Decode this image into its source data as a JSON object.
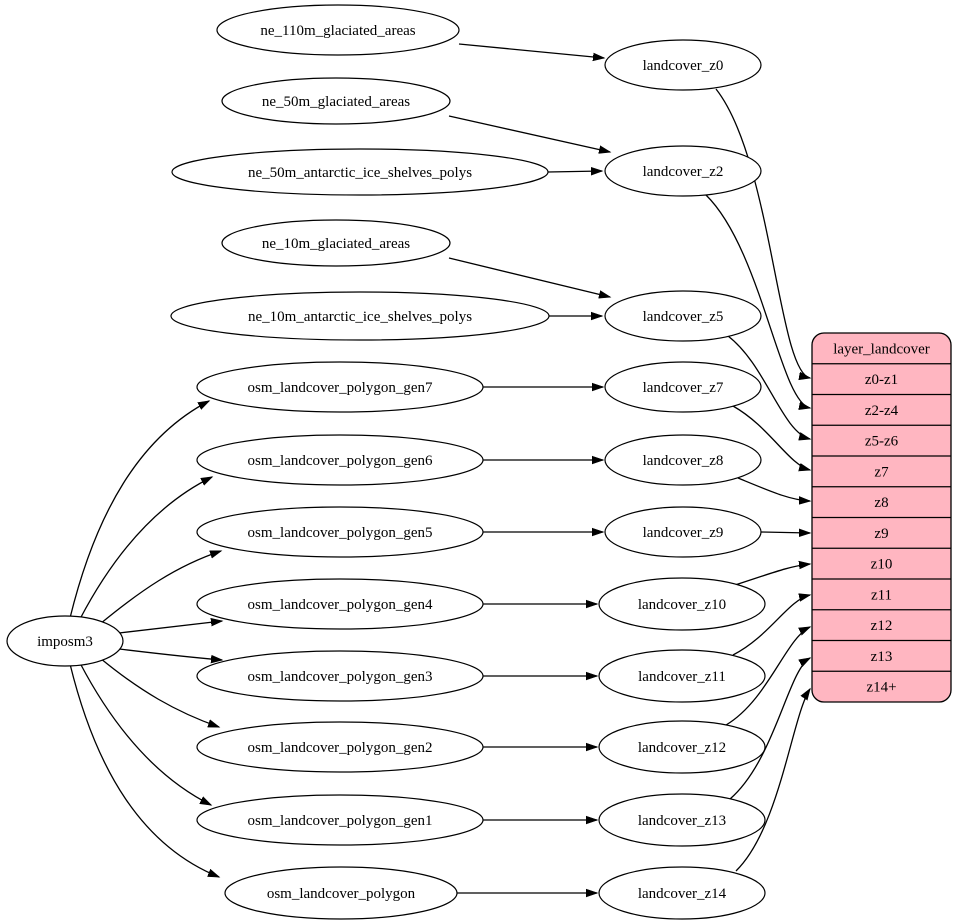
{
  "diagram": {
    "type": "dependency-graph",
    "background_color": "#ffffff",
    "node_fill_color": "#ffffff",
    "node_stroke_color": "#000000",
    "edge_color": "#000000",
    "table_fill_color": "#ffb6c1",
    "nodes": [
      {
        "id": "imposm3",
        "label": "imposm3"
      },
      {
        "id": "ne_110m_glaciated_areas",
        "label": "ne_110m_glaciated_areas"
      },
      {
        "id": "ne_50m_glaciated_areas",
        "label": "ne_50m_glaciated_areas"
      },
      {
        "id": "ne_50m_antarctic_ice_shelves_polys",
        "label": "ne_50m_antarctic_ice_shelves_polys"
      },
      {
        "id": "ne_10m_glaciated_areas",
        "label": "ne_10m_glaciated_areas"
      },
      {
        "id": "ne_10m_antarctic_ice_shelves_polys",
        "label": "ne_10m_antarctic_ice_shelves_polys"
      },
      {
        "id": "osm_landcover_polygon_gen7",
        "label": "osm_landcover_polygon_gen7"
      },
      {
        "id": "osm_landcover_polygon_gen6",
        "label": "osm_landcover_polygon_gen6"
      },
      {
        "id": "osm_landcover_polygon_gen5",
        "label": "osm_landcover_polygon_gen5"
      },
      {
        "id": "osm_landcover_polygon_gen4",
        "label": "osm_landcover_polygon_gen4"
      },
      {
        "id": "osm_landcover_polygon_gen3",
        "label": "osm_landcover_polygon_gen3"
      },
      {
        "id": "osm_landcover_polygon_gen2",
        "label": "osm_landcover_polygon_gen2"
      },
      {
        "id": "osm_landcover_polygon_gen1",
        "label": "osm_landcover_polygon_gen1"
      },
      {
        "id": "osm_landcover_polygon",
        "label": "osm_landcover_polygon"
      },
      {
        "id": "landcover_z0",
        "label": "landcover_z0"
      },
      {
        "id": "landcover_z2",
        "label": "landcover_z2"
      },
      {
        "id": "landcover_z5",
        "label": "landcover_z5"
      },
      {
        "id": "landcover_z7",
        "label": "landcover_z7"
      },
      {
        "id": "landcover_z8",
        "label": "landcover_z8"
      },
      {
        "id": "landcover_z9",
        "label": "landcover_z9"
      },
      {
        "id": "landcover_z10",
        "label": "landcover_z10"
      },
      {
        "id": "landcover_z11",
        "label": "landcover_z11"
      },
      {
        "id": "landcover_z12",
        "label": "landcover_z12"
      },
      {
        "id": "landcover_z13",
        "label": "landcover_z13"
      },
      {
        "id": "landcover_z14",
        "label": "landcover_z14"
      }
    ],
    "table": {
      "id": "layer_landcover",
      "title": "layer_landcover",
      "rows": [
        "z0-z1",
        "z2-z4",
        "z5-z6",
        "z7",
        "z8",
        "z9",
        "z10",
        "z11",
        "z12",
        "z13",
        "z14+"
      ]
    },
    "edges": [
      {
        "from": "ne_110m_glaciated_areas",
        "to": "landcover_z0"
      },
      {
        "from": "ne_50m_glaciated_areas",
        "to": "landcover_z2"
      },
      {
        "from": "ne_50m_antarctic_ice_shelves_polys",
        "to": "landcover_z2"
      },
      {
        "from": "ne_10m_glaciated_areas",
        "to": "landcover_z5"
      },
      {
        "from": "ne_10m_antarctic_ice_shelves_polys",
        "to": "landcover_z5"
      },
      {
        "from": "osm_landcover_polygon_gen7",
        "to": "landcover_z7"
      },
      {
        "from": "osm_landcover_polygon_gen6",
        "to": "landcover_z8"
      },
      {
        "from": "osm_landcover_polygon_gen5",
        "to": "landcover_z9"
      },
      {
        "from": "osm_landcover_polygon_gen4",
        "to": "landcover_z10"
      },
      {
        "from": "osm_landcover_polygon_gen3",
        "to": "landcover_z11"
      },
      {
        "from": "osm_landcover_polygon_gen2",
        "to": "landcover_z12"
      },
      {
        "from": "osm_landcover_polygon_gen1",
        "to": "landcover_z13"
      },
      {
        "from": "osm_landcover_polygon",
        "to": "landcover_z14"
      },
      {
        "from": "imposm3",
        "to": "osm_landcover_polygon_gen7"
      },
      {
        "from": "imposm3",
        "to": "osm_landcover_polygon_gen6"
      },
      {
        "from": "imposm3",
        "to": "osm_landcover_polygon_gen5"
      },
      {
        "from": "imposm3",
        "to": "osm_landcover_polygon_gen4"
      },
      {
        "from": "imposm3",
        "to": "osm_landcover_polygon_gen3"
      },
      {
        "from": "imposm3",
        "to": "osm_landcover_polygon_gen2"
      },
      {
        "from": "imposm3",
        "to": "osm_landcover_polygon_gen1"
      },
      {
        "from": "imposm3",
        "to": "osm_landcover_polygon"
      },
      {
        "from": "landcover_z0",
        "to": "layer_landcover",
        "row": "z0-z1"
      },
      {
        "from": "landcover_z2",
        "to": "layer_landcover",
        "row": "z2-z4"
      },
      {
        "from": "landcover_z5",
        "to": "layer_landcover",
        "row": "z5-z6"
      },
      {
        "from": "landcover_z7",
        "to": "layer_landcover",
        "row": "z7"
      },
      {
        "from": "landcover_z8",
        "to": "layer_landcover",
        "row": "z8"
      },
      {
        "from": "landcover_z9",
        "to": "layer_landcover",
        "row": "z9"
      },
      {
        "from": "landcover_z10",
        "to": "layer_landcover",
        "row": "z10"
      },
      {
        "from": "landcover_z11",
        "to": "layer_landcover",
        "row": "z11"
      },
      {
        "from": "landcover_z12",
        "to": "layer_landcover",
        "row": "z12"
      },
      {
        "from": "landcover_z13",
        "to": "layer_landcover",
        "row": "z13"
      },
      {
        "from": "landcover_z14",
        "to": "layer_landcover",
        "row": "z14+"
      }
    ]
  }
}
